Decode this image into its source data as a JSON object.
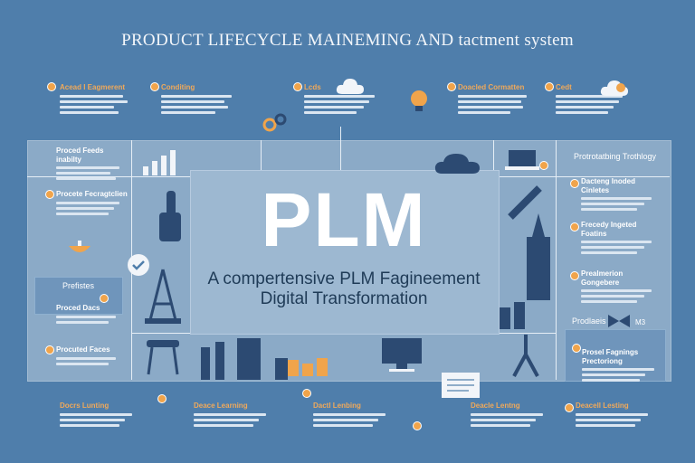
{
  "title": "PRODUCT LIFECYCLE MAINEMING AND tactment system",
  "center": {
    "main": "PLM",
    "subtitle1": "A compertensive PLM Fagineement",
    "subtitle2": "Digital Transformation"
  },
  "top_callouts": [
    {
      "heading": "Acead I Eagmerent"
    },
    {
      "heading": "Conditing"
    },
    {
      "heading": "Lcds"
    },
    {
      "heading": "Doacled Cormatten"
    },
    {
      "heading": "Cedt"
    }
  ],
  "left_labels": [
    {
      "heading": "Proced Feeds inabilty"
    },
    {
      "heading": "Procete Fecragtclien"
    },
    {
      "heading": "Prefistes"
    },
    {
      "heading": "Proced Dacs"
    },
    {
      "heading": "Procuted Faces"
    }
  ],
  "right_labels": [
    {
      "heading": "Protrotatbing Trothlogy"
    },
    {
      "heading": "Dacteng Inoded Cinletes"
    },
    {
      "heading": "Frecedy Ingeted Foatins"
    },
    {
      "heading": "Prealmerion Gongebere"
    },
    {
      "heading": "Prodlaeis"
    },
    {
      "heading": "Prosel Fagnings Prectoriong"
    }
  ],
  "right_badge": "M3",
  "bottom_callouts": [
    {
      "heading": "Docrs Lunting"
    },
    {
      "heading": "Deace Learning"
    },
    {
      "heading": "Dactl Lenbing"
    },
    {
      "heading": "Deacle Lentng"
    },
    {
      "heading": "Deacell Lesting"
    }
  ],
  "colors": {
    "background": "#4f7eab",
    "accent": "#f0a44b",
    "panel": "#8fadc9",
    "dark_icon": "#2c4a72"
  }
}
